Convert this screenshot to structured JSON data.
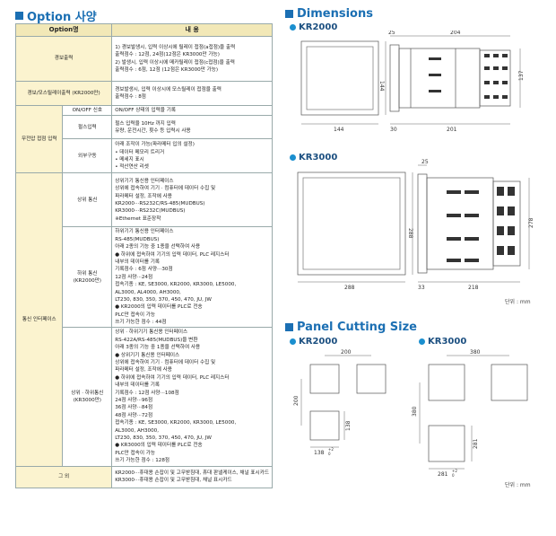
{
  "left": {
    "title": "Option 사양",
    "header": {
      "col1": "Option명",
      "col2": "내 용"
    },
    "rows": [
      {
        "name": "경보출력",
        "lines": [
          "1) 경보발생시, 입력 이상시에 릴레이 접점(a접점)을 출력",
          "   출력점수 : 12점, 24점(12점은 KR3000만 가능)",
          "2) 발생시, 입력 이상시에 메카릴레이 접점(c접점)을 출력",
          "   출력점수 : 6점, 12점 (12점은 KR3000만 가능)"
        ]
      },
      {
        "name": "경보/모스릴레이출력 (KR2000만)",
        "lines": [
          "경보발생시, 입력 이상시에 모스릴레이 접점을 출력",
          "출력점수 : 8점"
        ]
      }
    ],
    "contact_group": "무전압 접점 입력",
    "contact_rows": [
      {
        "name": "ON/OFF 신호",
        "lines": [
          "ON/OFF 상태의 입력을 기록"
        ]
      },
      {
        "name": "펄스입력",
        "lines": [
          "펄스 입력을 10Hz 까지 입력",
          "유량, 운전시간, 횟수 등 입력시 사용"
        ]
      },
      {
        "name": "외부구동",
        "lines": [
          "아래 조작이 가능(파라메터 입의 설정)",
          "• 데이터 메모리 트리거",
          "• 메세지 표시",
          "• 적산연산 리셋"
        ]
      }
    ],
    "comm_group": "통신 인터페이스",
    "comm_rows": [
      {
        "name": "상위 통신",
        "lines": [
          "상위기기 통신용 인터페이스",
          "상위에 접속하여 기기 · 컴퓨터에 데이터 수집 및",
          "파라메터 설정, 조작에 사용",
          "KR2000···RS232C/RS-485(MUDBUS)",
          "KR3000···RS232C(MUDBUS)",
          "※Ethernet 표준장착"
        ]
      },
      {
        "name": "하위 통신 (KR2000만)",
        "lines": [
          "하위기기 통신용 인터페이스",
          "RS-485(MUDBUS)",
          "아래 2종의 기능 중 1종을 선택하여 사용",
          "● 하위에 접속하여 기기의 입력 데이터, PLC 레지스터",
          "   내부의 데이터를 기록",
          "   기록점수 : 6점 사양···30점",
          "              12점 사양···24점",
          "   접속기종 : KE, SE3000, KR2000, KR3000, LE5000,",
          "              AL3000, AL4000, AH3000,",
          "              LT230, 830, 350, 370, 450, 470, JU, JW",
          "● KR2000의 입력 데이터를 PLC로 전송",
          "   PLC만 접속이 가능",
          "   쓰기 가능한 점수 : 44점"
        ]
      },
      {
        "name": "상위 · 하위통신 (KR3000만)",
        "lines": [
          "상위 · 하위기기 통신용 인터페이스",
          "RS-422A/RS-485(MUDBUS)을 변환",
          "아래 3종의 기능 중 1종을 선택하여 사용",
          "● 상위기기 통신용 인터페이스",
          "   상위에 접속하여 기기 · 컴퓨터에 데이터 수집 및",
          "   파라메터 설정, 조작에 사용",
          "● 하위에 접속하여 기기의 입력 데이터, PLC 레지스터",
          "   내부의 데이터를 기록",
          "   기록점수 : 12점 사양···108점",
          "              24점 사양···96점",
          "              36점 사양···84점",
          "              48점 사양···72점",
          "   접속기종 : KE, SE3000, KR2000, KR3000, LE5000,",
          "              AL3000, AH3000,",
          "              LT230, 830, 350, 370, 450, 470, JU, JW",
          "● KR3000의 입력 데이터를 PLC로 전송",
          "   PLC만 접속이 가능",
          "   쓰기 가능한 점수 : 128점"
        ]
      }
    ],
    "other": {
      "name": "그  외",
      "lines": [
        "KR2000···휴대용 손잡이 및 고무받침대, 휴대 판넬케이스, 채널 표시카드",
        "KR3000···휴대용 손잡이 및 고무받침대, 채널 표시카드"
      ]
    }
  },
  "right": {
    "dim_title": "Dimensions",
    "kr2000_label": "KR2000",
    "kr3000_label": "KR3000",
    "kr2000_dims": {
      "top_a": "25",
      "top_b": "204",
      "h1": "144",
      "h2": "137",
      "w_front": "144",
      "w_mid": "30",
      "w_side": "201"
    },
    "kr3000_dims": {
      "top_a": "25",
      "h1": "288",
      "h2": "278",
      "w_front": "288",
      "w_mid": "33",
      "w_side": "218"
    },
    "unit": "단위 : mm",
    "panel_title": "Panel Cutting Size",
    "pc_kr2000_label": "KR2000",
    "pc_kr3000_label": "KR3000",
    "pc2000": {
      "pitch_w": "200",
      "pitch_h": "200",
      "cut_w": "138",
      "cut_h": "138"
    },
    "pc3000": {
      "pitch_w": "380",
      "pitch_h": "380",
      "cut_w": "281",
      "cut_h": "281"
    },
    "tol": "+2",
    "tol0": "0"
  }
}
